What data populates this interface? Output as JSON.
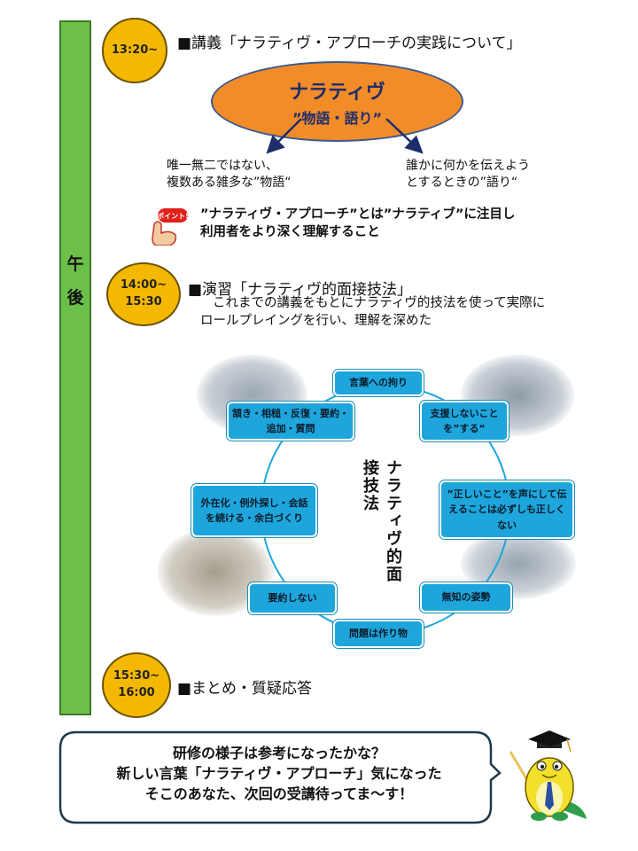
{
  "sidebar": {
    "label_1": "午",
    "label_2": "後"
  },
  "section1": {
    "time": "13:20~",
    "heading": "■講義「ナラティヴ・アプローチの実践について」",
    "ellipse_title": "ナラティヴ",
    "ellipse_subtitle": "”物語・語り”",
    "left_note_line1": "唯一無二ではない、",
    "left_note_line2": "複数ある雑多な”物語“",
    "right_note_line1": "誰かに何かを伝えよう",
    "right_note_line2": "とするときの”語り“",
    "point_badge": "ポイント!",
    "point_line1": "”ナラティヴ・アプローチ”とは”ナラティブ”に注目し",
    "point_line2": "利用者をより深く理解すること"
  },
  "section2": {
    "time_start": "14:00~",
    "time_end": "15:30",
    "heading": "■演習「ナラティヴ的面接技法」",
    "desc_line1": "これまでの講義をもとにナラティヴ的技法を使って実際に",
    "desc_line2": "ロールプレイングを行い、理解を深めた",
    "cycle_title": "ナラティヴ的面接技法",
    "cycle_items": [
      "言葉への拘り",
      "支援しないことを”する“",
      "”正しいこと”を声にして伝えることは必ずしも正しくない",
      "無知の姿勢",
      "問題は作り物",
      "要約しない",
      "外在化・例外探し・会話を続ける・余白づくり",
      "頷き・相槌・反復・要約・追加・質問"
    ]
  },
  "section3": {
    "time_start": "15:30~",
    "time_end": "16:00",
    "heading": "■まとめ・質疑応答"
  },
  "bubble": {
    "line1": "研修の様子は参考になったかな？",
    "line2": "新しい言葉「ナラティヴ・アプローチ」気になった",
    "line3": "そこのあなた、次回の受講待ってま〜す！"
  },
  "colors": {
    "sidebar": "#6cc04a",
    "time_circle": "#f5b800",
    "ellipse": "#f28c28",
    "cycle_box": "#1ea6dc",
    "arrow": "#1e2d6b"
  }
}
